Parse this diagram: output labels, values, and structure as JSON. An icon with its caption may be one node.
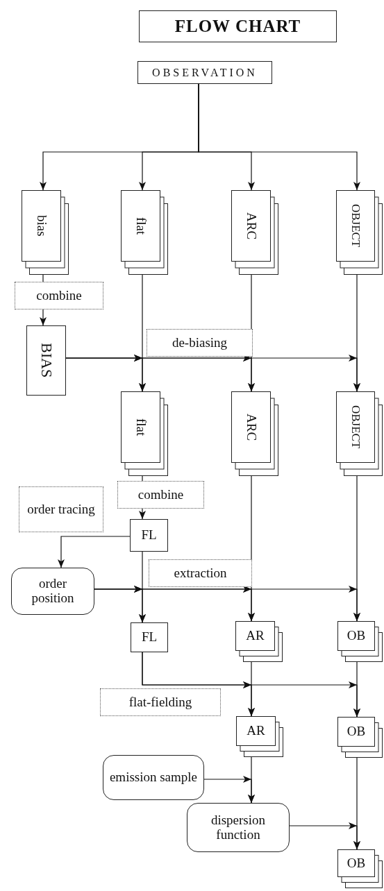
{
  "diagram": {
    "title": "FLOW CHART",
    "nodes": [
      {
        "text": [
          "OBSERVATION"
        ]
      },
      {
        "text": [
          "bias"
        ]
      },
      {
        "text": [
          "flat"
        ]
      },
      {
        "text": [
          "ARC"
        ]
      },
      {
        "text": [
          "OBJECT"
        ]
      },
      {
        "text": [
          "combine"
        ]
      },
      {
        "text": [
          "BIAS"
        ]
      },
      {
        "text": [
          "de-biasing"
        ]
      },
      {
        "text": [
          "flat"
        ]
      },
      {
        "text": [
          "ARC"
        ]
      },
      {
        "text": [
          "OBJECT"
        ]
      },
      {
        "text": [
          "order tracing"
        ]
      },
      {
        "text": [
          "combine"
        ]
      },
      {
        "text": [
          "FL"
        ]
      },
      {
        "text": [
          "order position"
        ]
      },
      {
        "text": [
          "extraction"
        ]
      },
      {
        "text": [
          "FL"
        ]
      },
      {
        "text": [
          "AR"
        ]
      },
      {
        "text": [
          "OB"
        ]
      },
      {
        "text": [
          "flat-fielding"
        ]
      },
      {
        "text": [
          "AR"
        ]
      },
      {
        "text": [
          "OB"
        ]
      },
      {
        "text": [
          "emission sample"
        ]
      },
      {
        "text": [
          "dispersion function"
        ]
      },
      {
        "text": [
          "OB"
        ]
      }
    ],
    "edges": [
      {
        "from": 0,
        "to": 1,
        "arrow": "to"
      },
      {
        "from": 0,
        "to": 2,
        "arrow": "to"
      },
      {
        "from": 0,
        "to": 3,
        "arrow": "to"
      },
      {
        "from": 0,
        "to": 4,
        "arrow": "to"
      },
      {
        "from": 1,
        "to": 5,
        "arrow": "none"
      },
      {
        "from": 5,
        "to": 6,
        "arrow": "to"
      },
      {
        "from": 2,
        "to": 8,
        "arrow": "to"
      },
      {
        "from": 3,
        "to": 9,
        "arrow": "to"
      },
      {
        "from": 4,
        "to": 10,
        "arrow": "to"
      },
      {
        "from": 6,
        "to": 8,
        "arrow": "to"
      },
      {
        "from": 6,
        "to": 9,
        "arrow": "to"
      },
      {
        "from": 6,
        "to": 10,
        "arrow": "to"
      },
      {
        "from": 8,
        "to": 12,
        "arrow": "none"
      },
      {
        "from": 12,
        "to": 13,
        "arrow": "to"
      },
      {
        "from": 13,
        "to": 14,
        "arrow": "to"
      },
      {
        "from": 13,
        "to": 16,
        "arrow": "to"
      },
      {
        "from": 14,
        "to": 16,
        "arrow": "to"
      },
      {
        "from": 14,
        "to": 17,
        "arrow": "to"
      },
      {
        "from": 14,
        "to": 18,
        "arrow": "to"
      },
      {
        "from": 9,
        "to": 17,
        "arrow": "to"
      },
      {
        "from": 10,
        "to": 18,
        "arrow": "to"
      },
      {
        "from": 16,
        "to": 20,
        "arrow": "to"
      },
      {
        "from": 16,
        "to": 21,
        "arrow": "to"
      },
      {
        "from": 17,
        "to": 20,
        "arrow": "to"
      },
      {
        "from": 18,
        "to": 21,
        "arrow": "to"
      },
      {
        "from": 20,
        "to": 23,
        "arrow": "to"
      },
      {
        "from": 22,
        "to": 23,
        "arrow": "to"
      },
      {
        "from": 21,
        "to": 24,
        "arrow": "to"
      },
      {
        "from": 23,
        "to": 24,
        "arrow": "to"
      }
    ]
  }
}
